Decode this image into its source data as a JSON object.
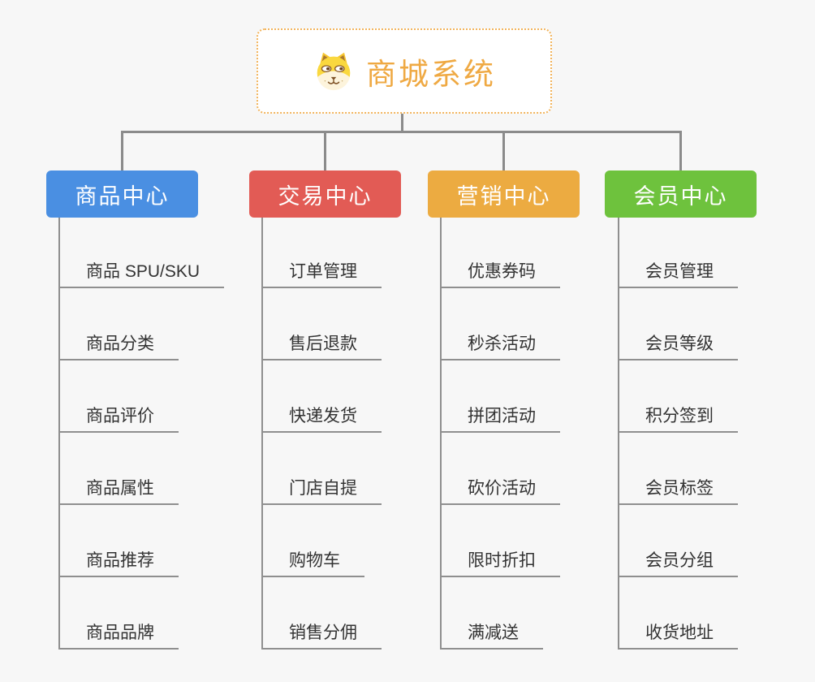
{
  "canvas": {
    "background": "#F7F7F7",
    "connector_color": "#8B8B8B"
  },
  "root": {
    "title": "商城系统",
    "title_color": "#EFA943",
    "border_color": "#F2B45C",
    "icon": "dog-face-icon"
  },
  "branches": [
    {
      "label": "商品中心",
      "color": "#4A8FE2",
      "items": [
        "商品 SPU/SKU",
        "商品分类",
        "商品评价",
        "商品属性",
        "商品推荐",
        "商品品牌"
      ]
    },
    {
      "label": "交易中心",
      "color": "#E25B55",
      "items": [
        "订单管理",
        "售后退款",
        "快递发货",
        "门店自提",
        "购物车",
        "销售分佣"
      ]
    },
    {
      "label": "营销中心",
      "color": "#ECAB41",
      "items": [
        "优惠券码",
        "秒杀活动",
        "拼团活动",
        "砍价活动",
        "限时折扣",
        "满减送"
      ]
    },
    {
      "label": "会员中心",
      "color": "#6EC23D",
      "items": [
        "会员管理",
        "会员等级",
        "积分签到",
        "会员标签",
        "会员分组",
        "收货地址"
      ]
    }
  ]
}
